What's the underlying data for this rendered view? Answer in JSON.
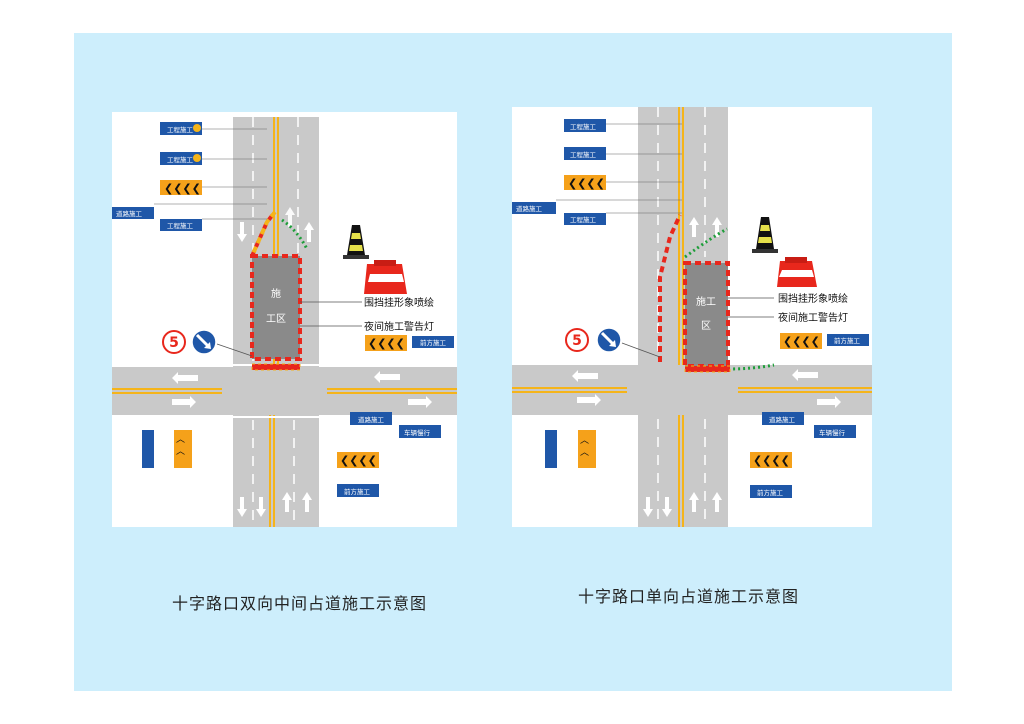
{
  "captions": {
    "left": "十字路口双向中间占道施工示意图",
    "right": "十字路口单向占道施工示意图"
  },
  "zone_label": "施工区",
  "labels": {
    "fence": "围挡挂形象喷绘",
    "night_light": "夜间施工警告灯"
  },
  "signs": {
    "construction": "工程施工",
    "road_construction": "道路施工",
    "ahead_construction": "前方施工",
    "vehicle_slow": "车辆慢行"
  },
  "badge_number": "5",
  "colors": {
    "background": "#cdeefc",
    "road": "#c9c9c9",
    "center_line": "#f5b41a",
    "fence_red": "#e8271c",
    "sign_blue": "#1f57a8",
    "cone_green": "#1e9e3a"
  },
  "icons": [
    "traffic-cone-icon",
    "water-barrier-icon",
    "keep-right-sign-icon",
    "chevron-board-icon"
  ]
}
